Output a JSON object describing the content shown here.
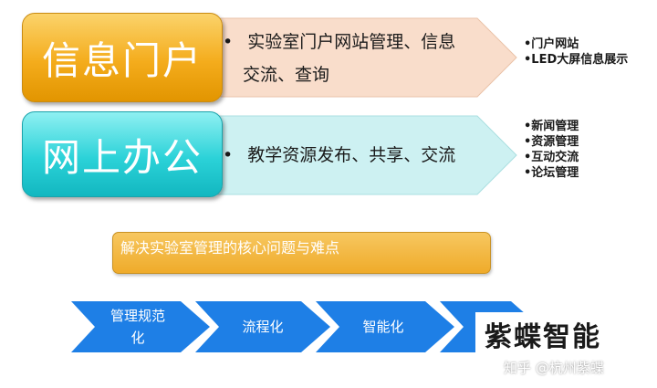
{
  "portal": {
    "title": "信息门户",
    "description_line1": "实验室门户网站管理、信息",
    "description_line2": "交流、查询",
    "features": [
      "•门户网站",
      "•LED大屏信息展示"
    ]
  },
  "office": {
    "title": "网上办公",
    "description": "教学资源发布、共享、交流",
    "features": [
      "•新闻管理",
      "•资源管理",
      "•互动交流",
      "•论坛管理"
    ]
  },
  "core": {
    "text": "解决实验室管理的核心问题与难点"
  },
  "process": {
    "steps": [
      "管理规范\n化",
      "流程化",
      "智能化"
    ]
  },
  "brand": {
    "name": "紫蝶智能"
  },
  "watermark": {
    "text": "知乎 @杭州紫蝶"
  },
  "bullet": "•",
  "colors": {
    "orange": "#f4ac1c",
    "cyan": "#2bd2d8",
    "peach_arrow": "#f9ddcb",
    "cyan_arrow": "#cdf1f2",
    "blue_chevron": "#1e7fe6"
  }
}
